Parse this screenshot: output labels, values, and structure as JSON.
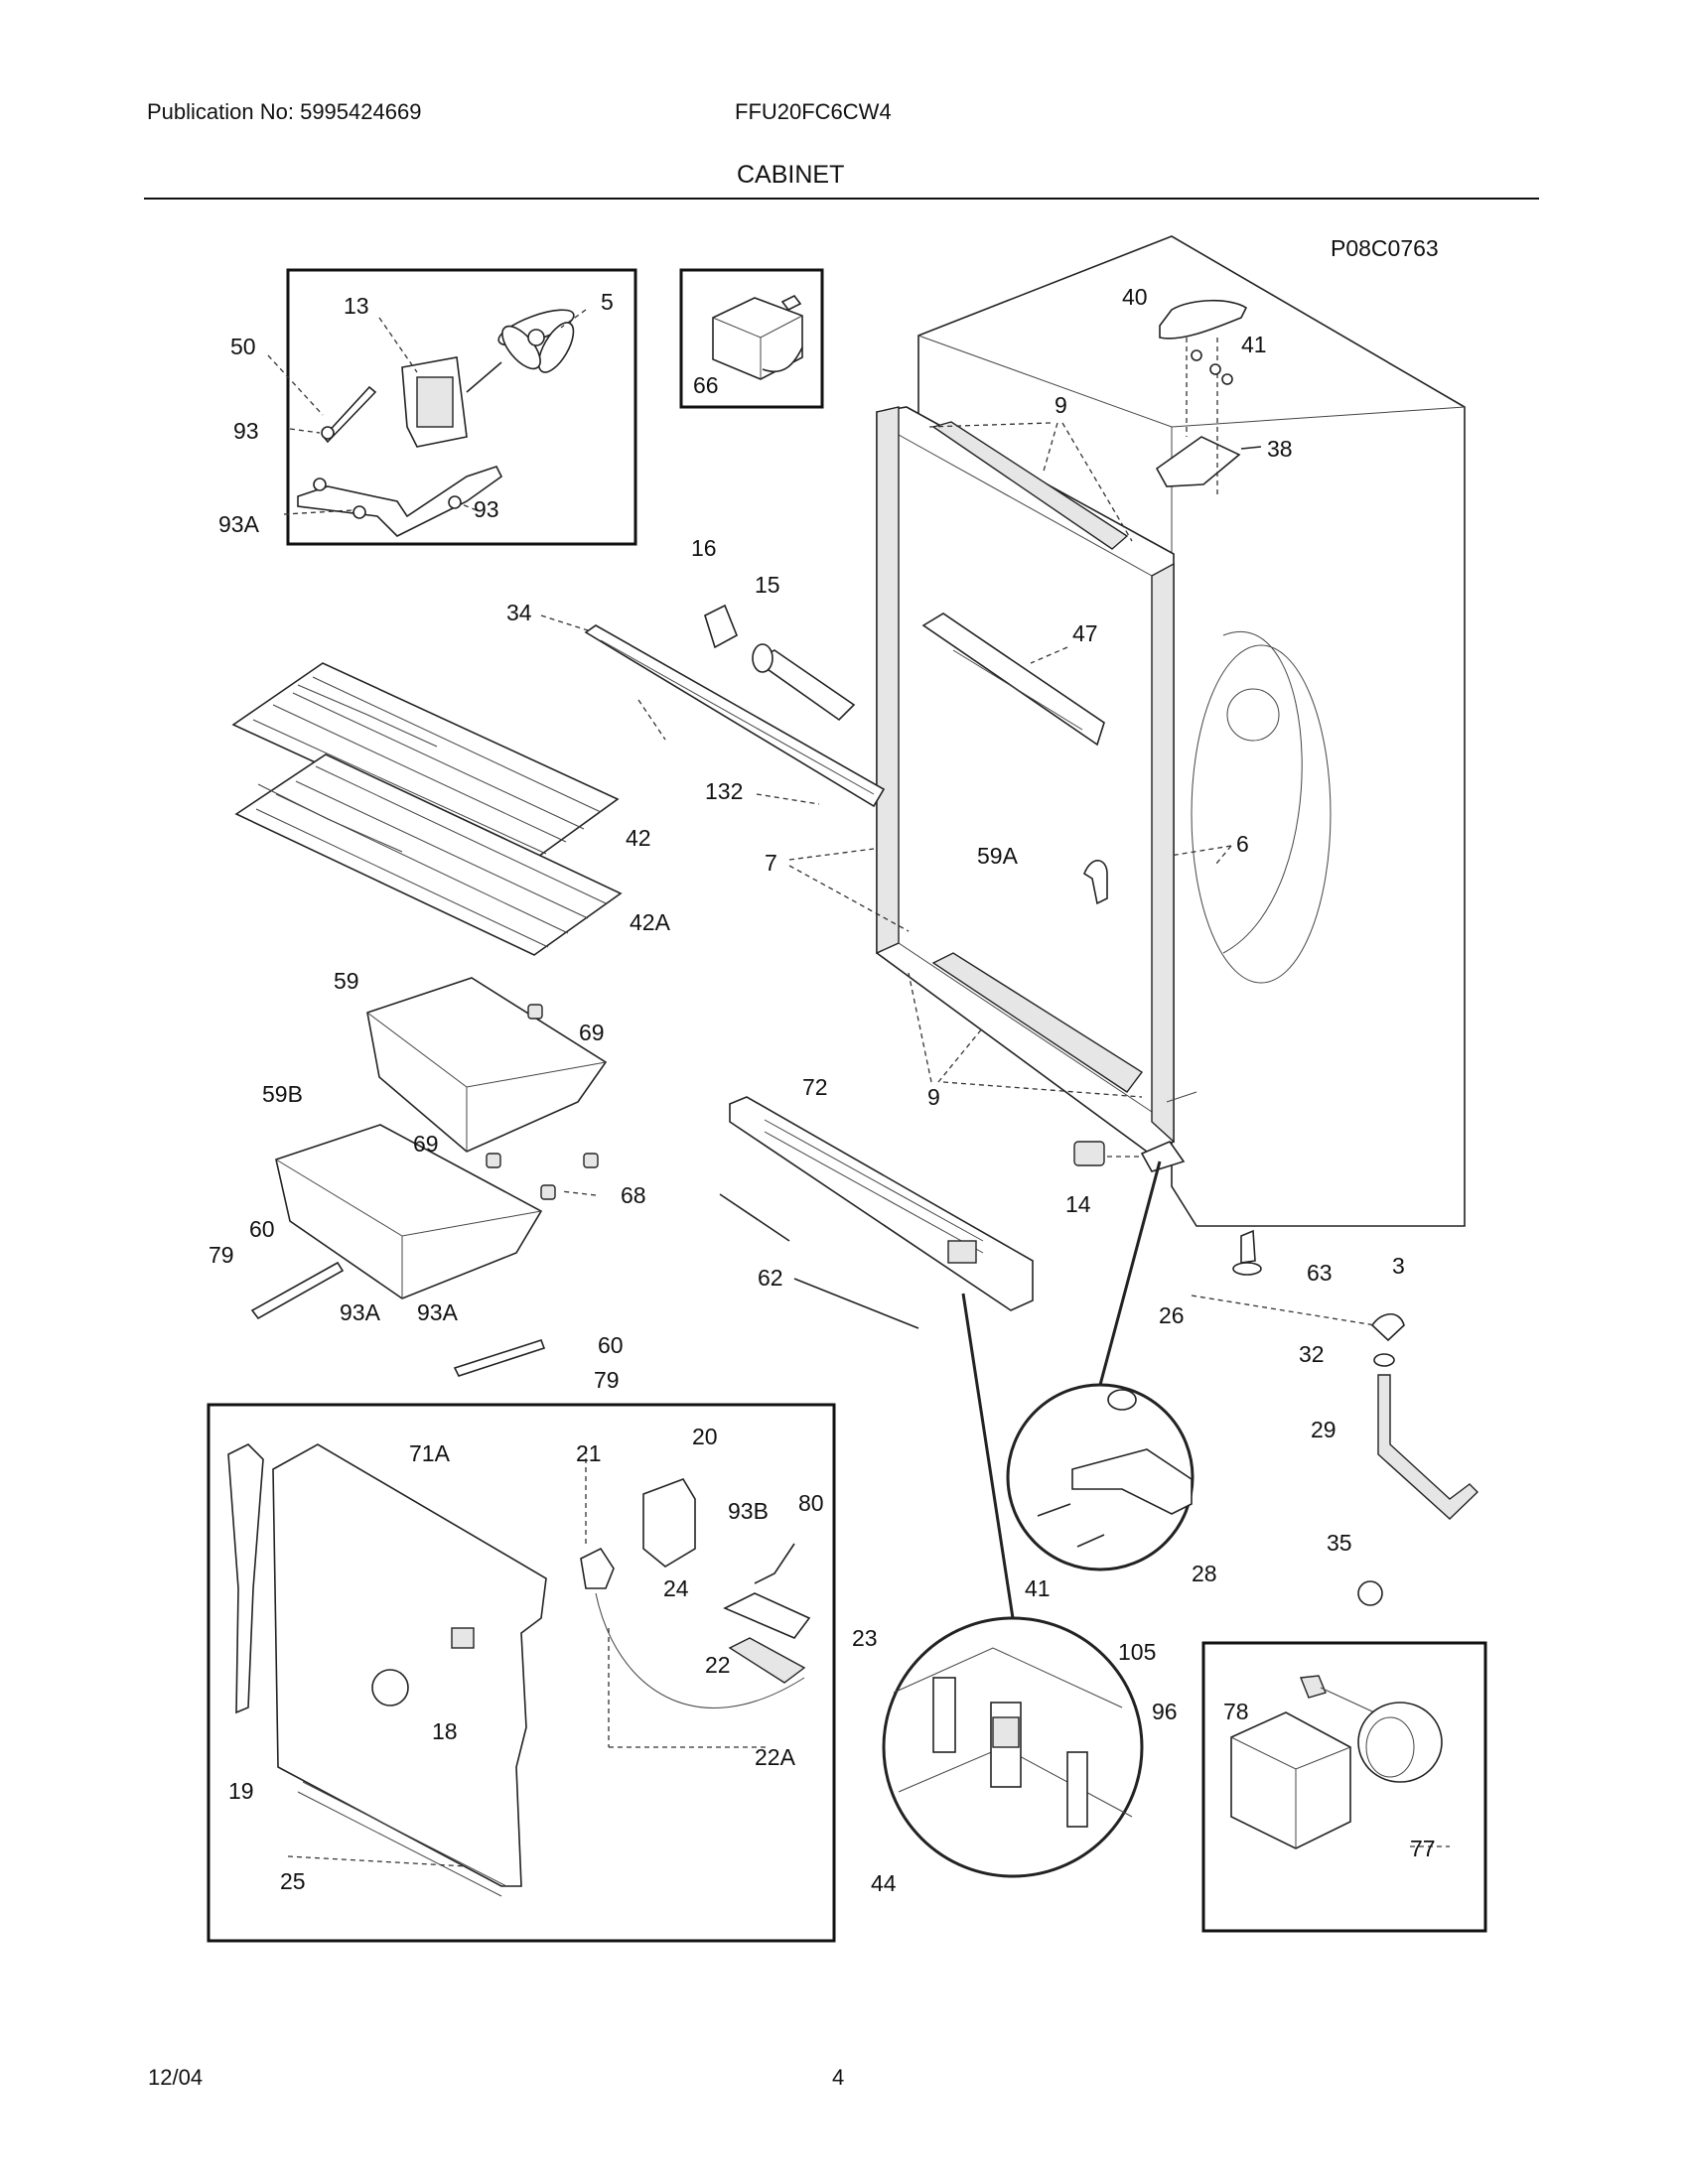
{
  "header": {
    "publication": "Publication No: 5995424669",
    "model": "FFU20FC6CW4",
    "title": "CABINET"
  },
  "diagram_code": "P08C0763",
  "footer": {
    "date": "12/04",
    "page": "4"
  },
  "callouts": {
    "c13": "13",
    "c5": "5",
    "c50": "50",
    "c93": "93",
    "c93b": "93",
    "c93a": "93A",
    "c66": "66",
    "c40": "40",
    "c41": "41",
    "c38": "38",
    "c9a": "9",
    "c16": "16",
    "c15": "15",
    "c34": "34",
    "c47": "47",
    "c132": "132",
    "c42": "42",
    "c42a": "42A",
    "c7": "7",
    "c59a": "59A",
    "c6": "6",
    "c59": "59",
    "c69": "69",
    "c72": "72",
    "c9b": "9",
    "c59b": "59B",
    "c69b": "69",
    "c68": "68",
    "c14": "14",
    "c60": "60",
    "c79": "79",
    "c93a2": "93A",
    "c93a3": "93A",
    "c62": "62",
    "c60b": "60",
    "c79b": "79",
    "c63": "63",
    "c3": "3",
    "c26": "26",
    "c32": "32",
    "c29": "29",
    "c71a": "71A",
    "c21": "21",
    "c20": "20",
    "c93bb": "93B",
    "c80": "80",
    "c24": "24",
    "c22": "22",
    "c18": "18",
    "c22a": "22A",
    "c19": "19",
    "c25": "25",
    "c41b": "41",
    "c28": "28",
    "c35": "35",
    "c23": "23",
    "c105": "105",
    "c96": "96",
    "c44": "44",
    "c78": "78",
    "c77": "77"
  }
}
